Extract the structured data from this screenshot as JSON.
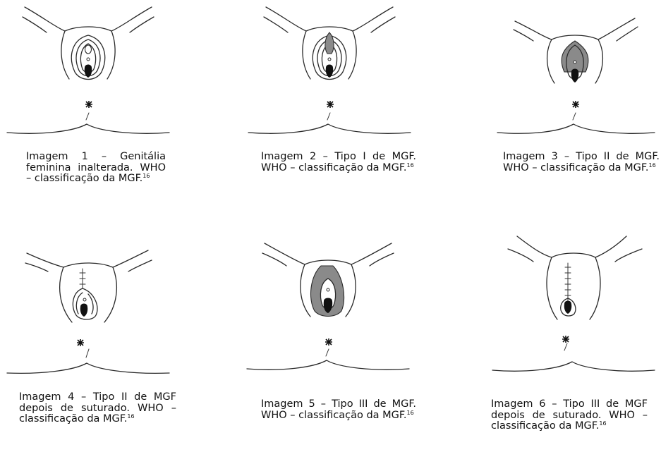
{
  "figures": [
    {
      "id": 1,
      "caption": "Imagem 1 – Genitália feminina inalterada. WHO – classificação da MGF.",
      "ref": "16"
    },
    {
      "id": 2,
      "caption": "Imagem 2 – Tipo I de MGF. WHO – classificação da MGF.",
      "ref": "16"
    },
    {
      "id": 3,
      "caption": "Imagem 3 – Tipo II de MGF. WHO – classificação da MGF.",
      "ref": "16"
    },
    {
      "id": 4,
      "caption": "Imagem 4 – Tipo II de MGF depois de suturado. WHO – classificação da MGF.",
      "ref": "16"
    },
    {
      "id": 5,
      "caption": "Imagem 5 – Tipo III de MGF. WHO – classificação da MGF.",
      "ref": "16"
    },
    {
      "id": 6,
      "caption": "Imagem 6 – Tipo III de MGF depois de suturado. WHO – classificação da MGF.",
      "ref": "16"
    }
  ],
  "colors": {
    "line": "#2a2a2a",
    "shade": "#8a8a8a",
    "dark": "#111111"
  }
}
